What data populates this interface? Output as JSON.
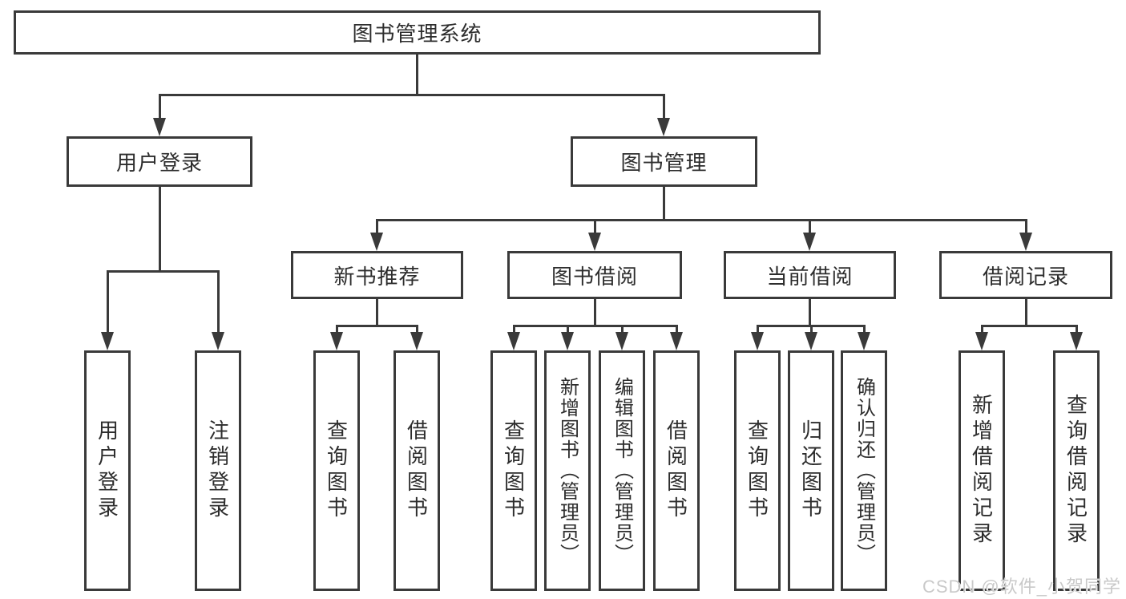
{
  "diagram": {
    "root": {
      "label": "图书管理系统"
    },
    "level2": {
      "user_login": {
        "label": "用户登录",
        "children": [
          "用户登录",
          "注销登录"
        ]
      },
      "book_management": {
        "label": "图书管理"
      }
    },
    "level3": {
      "new_book_recommend": {
        "label": "新书推荐",
        "children": [
          "查询图书",
          "借阅图书"
        ]
      },
      "book_borrowing": {
        "label": "图书借阅",
        "children": [
          "查询图书",
          "新增图书（管理员）",
          "编辑图书（管理员）",
          "借阅图书"
        ]
      },
      "current_borrowing": {
        "label": "当前借阅",
        "children": [
          "查询图书",
          "归还图书",
          "确认归还（管理员）"
        ]
      },
      "borrowing_records": {
        "label": "借阅记录",
        "children": [
          "新增借阅记录",
          "查询借阅记录"
        ]
      }
    }
  },
  "watermark": {
    "text": "CSDN @软件_小贺同学"
  },
  "colors": {
    "line": "#3a3a3a",
    "text": "#2d2d2d",
    "background": "#ffffff",
    "watermark": "#c9c9c9"
  }
}
